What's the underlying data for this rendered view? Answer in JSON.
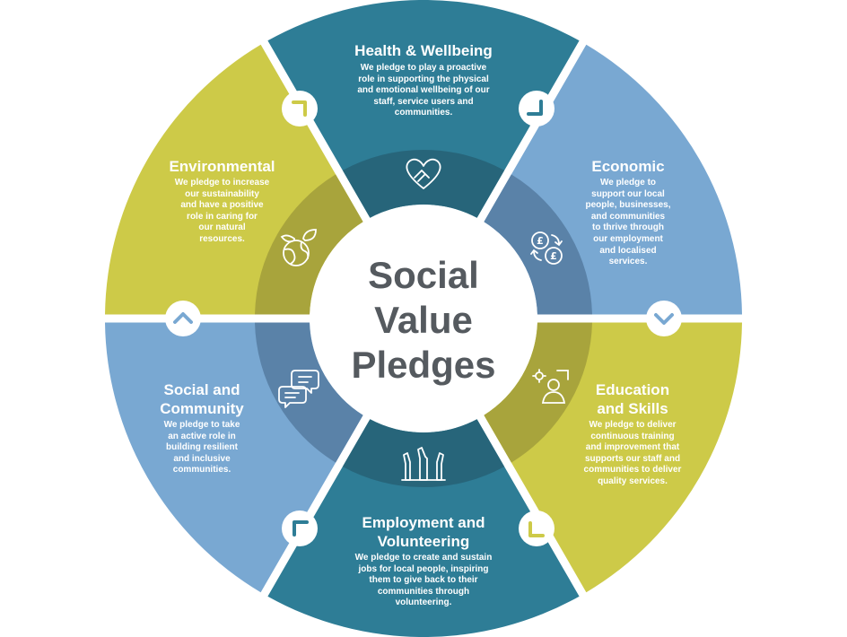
{
  "center": {
    "title": "Social\nValue\nPledges"
  },
  "colors": {
    "teal": "#2e7d96",
    "teal_inner": "#27657a",
    "blue": "#79a8d2",
    "blue_inner": "#5a82a8",
    "yellow": "#cdca48",
    "yellow_inner": "#a8a43c",
    "center_text": "#555a5f"
  },
  "segments": [
    {
      "id": "health",
      "title": "Health & Wellbeing",
      "body": "We pledge to play a proactive\nrole in supporting the physical\nand emotional wellbeing of our\nstaff, service users and\ncommunities.",
      "icon": "heart-handshake-icon"
    },
    {
      "id": "economic",
      "title": "Economic",
      "body": "We pledge to\nsupport our local\npeople, businesses,\nand communities\nto thrive through\nour employment\nand localised\nservices.",
      "icon": "pound-exchange-icon"
    },
    {
      "id": "education",
      "title": "Education\nand Skills",
      "body": "We pledge to deliver\ncontinuous training\nand improvement that\nsupports our staff and\ncommunities to deliver\nquality services.",
      "icon": "person-gear-icon"
    },
    {
      "id": "employment",
      "title": "Employment and\nVolunteering",
      "body": "We pledge to create and sustain\njobs for local people, inspiring\nthem to give back to their\ncommunities through\nvolunteering.",
      "icon": "raised-hands-icon"
    },
    {
      "id": "social",
      "title": "Social and\nCommunity",
      "body": "We pledge to take\nan active role in\nbuilding resilient\nand inclusive\ncommunities.",
      "icon": "speech-bubbles-icon"
    },
    {
      "id": "environmental",
      "title": "Environmental",
      "body": "We pledge to increase\nour sustainability\nand have a positive\nrole in caring for\nour natural\nresources.",
      "icon": "globe-leaf-icon"
    }
  ]
}
